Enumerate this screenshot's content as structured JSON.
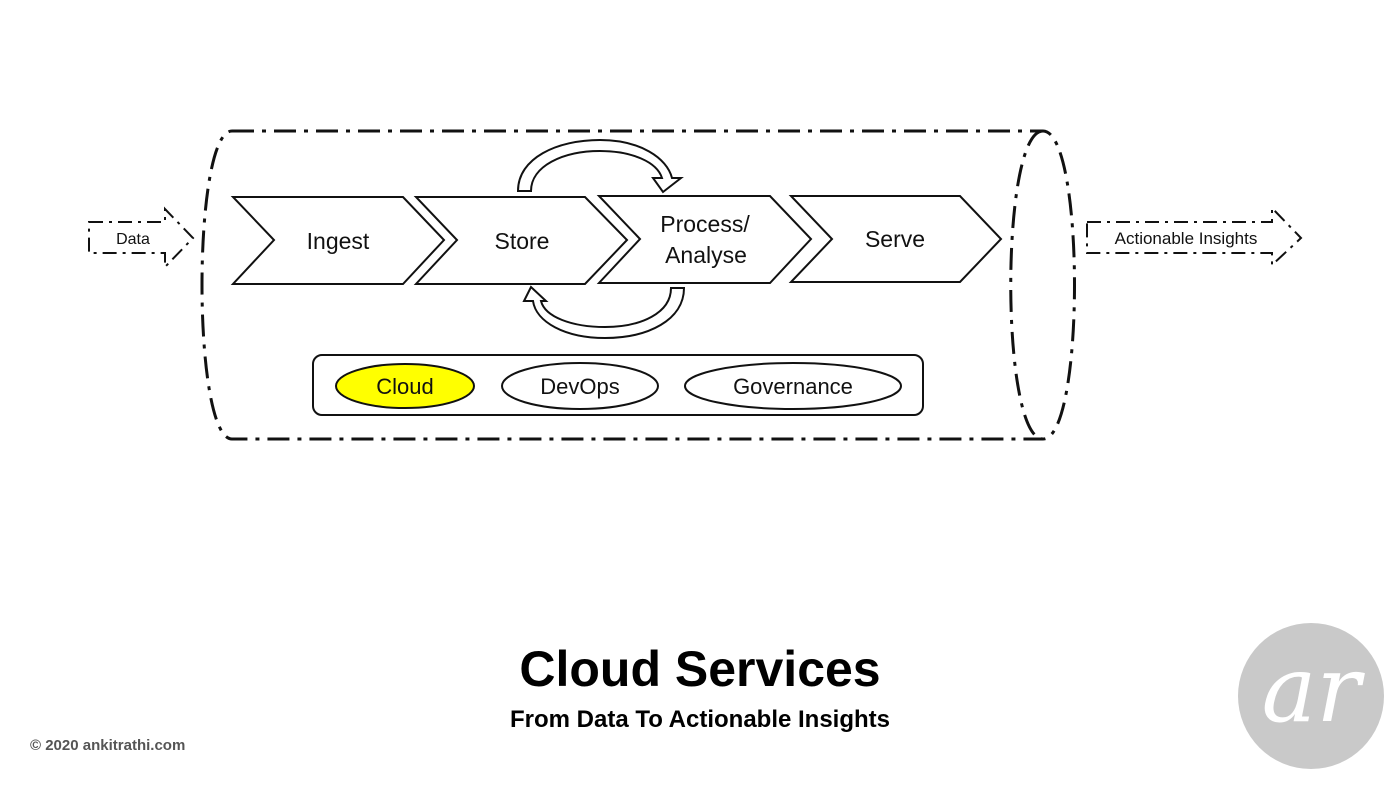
{
  "diagram": {
    "input_arrow": {
      "label": "Data"
    },
    "output_arrow": {
      "label": "Actionable Insights"
    },
    "stages": [
      {
        "label": "Ingest"
      },
      {
        "label": "Store"
      },
      {
        "label": "Process/",
        "label_line2": "Analyse"
      },
      {
        "label": "Serve"
      }
    ],
    "foundations": [
      {
        "label": "Cloud",
        "highlighted": true,
        "fill": "#ffff00"
      },
      {
        "label": "DevOps",
        "highlighted": false,
        "fill": "#ffffff"
      },
      {
        "label": "Governance",
        "highlighted": false,
        "fill": "#ffffff"
      }
    ]
  },
  "title": "Cloud Services",
  "subtitle": "From Data To Actionable Insights",
  "copyright": "©  2020  ankitrathi.com",
  "logo": {
    "text": "ar",
    "background": "#c9c9c9",
    "foreground": "#ffffff"
  }
}
